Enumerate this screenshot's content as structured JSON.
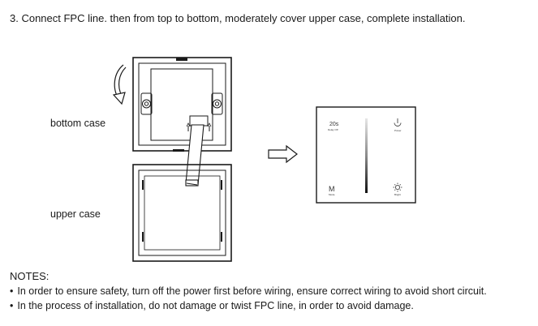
{
  "instruction": {
    "step_text": "3. Connect FPC line. then from top to bottom, moderately cover upper case, complete installation."
  },
  "labels": {
    "bottom_case": "bottom case",
    "upper_case": "upper case"
  },
  "panel": {
    "timer_label": "20s",
    "timer_sub": "Delay Off",
    "power_sub": "Power",
    "mode_label": "M",
    "mode_sub": "Mode",
    "bright_sub": "Bright"
  },
  "notes": {
    "title": "NOTES:",
    "bullet_glyph": "•",
    "items": [
      "In order to ensure safety, turn off the power first before wiring, ensure correct wiring to avoid short circuit.",
      "In the process of installation, do not damage or twist FPC line, in order to avoid damage."
    ]
  },
  "icons": {
    "rotate_arrow": "curved-arrow-icon",
    "right_arrow": "right-arrow-icon",
    "power": "power-icon",
    "brightness": "sun-icon"
  }
}
